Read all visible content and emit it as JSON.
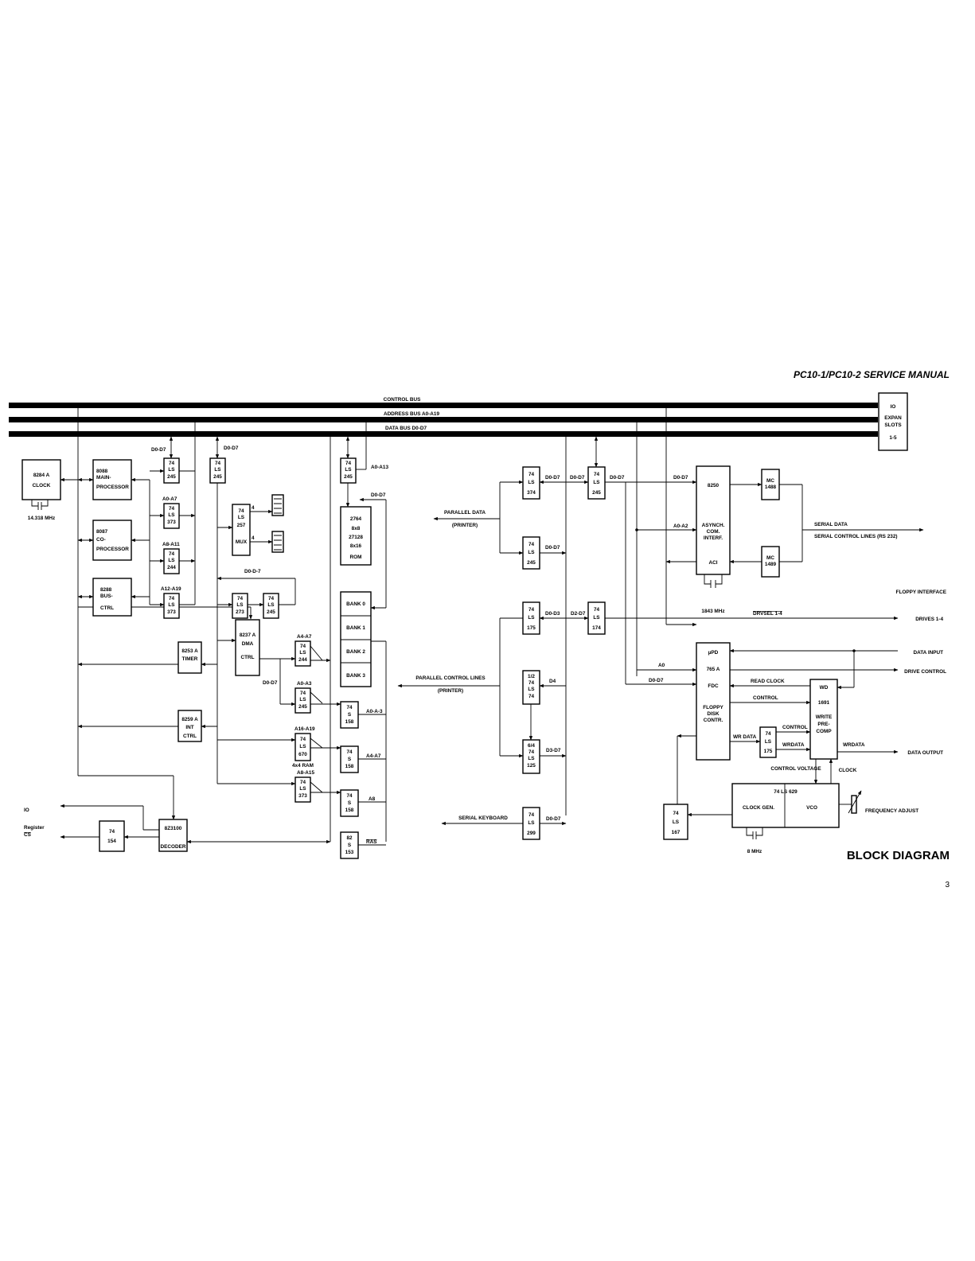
{
  "header": {
    "title": "PC10-1/PC10-2 SERVICE MANUAL"
  },
  "footer": {
    "diagram_title": "BLOCK DIAGRAM",
    "page_number": "3"
  },
  "buses": {
    "control": "CONTROL BUS",
    "address": "ADDRESS BUS A0-A19",
    "data": "DATA BUS D0-D7"
  },
  "blocks": {
    "expan_slots": [
      "IO",
      "EXPAN",
      "SLOTS",
      "1-5"
    ],
    "clock_8284": [
      "8284 A",
      "CLOCK"
    ],
    "cpu_8088": [
      "8088",
      "MAIN-",
      "PROCESSOR"
    ],
    "copro_8087": [
      "8087",
      "CO-",
      "PROCESSOR"
    ],
    "busctrl_8288": [
      "8288",
      "BUS-",
      "CTRL"
    ],
    "buf_ls245_cpu": [
      "74",
      "LS",
      "245"
    ],
    "latch_ls373_a": [
      "74",
      "LS",
      "373"
    ],
    "drv_ls244_a": [
      "74",
      "LS",
      "244"
    ],
    "latch_ls373_b": [
      "74",
      "LS",
      "373"
    ],
    "buf_ls245_d": [
      "74",
      "LS",
      "245"
    ],
    "mux_ls257": [
      "74",
      "LS",
      "257",
      "MUX"
    ],
    "latch_ls273": [
      "74",
      "LS",
      "273"
    ],
    "buf_ls245_e": [
      "74",
      "LS",
      "245"
    ],
    "timer_8253": [
      "8253 A",
      "TIMER"
    ],
    "dma_8237": [
      "8237 A",
      "DMA",
      "CTRL"
    ],
    "int_8259": [
      "8259 A",
      "INT",
      "CTRL"
    ],
    "decoder_8z": [
      "8Z3100",
      "DECODER"
    ],
    "dec_74154": [
      "74",
      "154"
    ],
    "drv_ls244_b": [
      "74",
      "LS",
      "244"
    ],
    "buf_ls245_f": [
      "74",
      "LS",
      "245"
    ],
    "reg_ls670": [
      "74",
      "LS",
      "670"
    ],
    "latch_ls373_c": [
      "74",
      "LS",
      "373"
    ],
    "buf_ls245_rom": [
      "74",
      "LS",
      "245"
    ],
    "rom": [
      "2764",
      "8x8",
      "27128",
      "8x16",
      "ROM"
    ],
    "ram_banks": [
      "BANK 0",
      "BANK 1",
      "BANK 2",
      "BANK 3"
    ],
    "mux_s158_a": [
      "74",
      "S",
      "158"
    ],
    "mux_s158_b": [
      "74",
      "S",
      "158"
    ],
    "mux_s158_c": [
      "74",
      "S",
      "158"
    ],
    "mux_s153": [
      "82",
      "S",
      "153"
    ],
    "latch_ls374": [
      "74",
      "LS",
      "374"
    ],
    "buf_ls245_pp": [
      "74",
      "LS",
      "245"
    ],
    "buf_ls245_io": [
      "74",
      "LS",
      "245"
    ],
    "ff_ls175_a": [
      "74",
      "LS",
      "175"
    ],
    "ff_ls174": [
      "74",
      "LS",
      "174"
    ],
    "ff_ls74": [
      "1/2",
      "74",
      "LS",
      "74"
    ],
    "buf_ls125": [
      "6/4",
      "74",
      "LS",
      "125"
    ],
    "sr_ls299": [
      "74",
      "LS",
      "299"
    ],
    "uart_8250": [
      "8250",
      "ASYNCH.",
      "COM.",
      "INTERF.",
      "ACI"
    ],
    "mc1488": [
      "MC",
      "1488"
    ],
    "mc1489": [
      "MC",
      "1489"
    ],
    "fdc_765": [
      "µPD",
      "765 A",
      "FDC",
      "FLOPPY",
      "DISK",
      "CONTR."
    ],
    "wd1691": [
      "WD",
      "1691",
      "WRITE",
      "PRE-",
      "COMP"
    ],
    "ff_ls175_b": [
      "74",
      "LS",
      "175"
    ],
    "pll_ls629": [
      "74 LS 629",
      "CLOCK GEN.",
      "VCO"
    ],
    "cnt_ls167": [
      "74",
      "LS",
      "167"
    ]
  },
  "signals": {
    "xtal_14": "14.318 MHz",
    "d0d7": "D0-D7",
    "a0a7": "A0-A7",
    "a8a11": "A8-A11",
    "a12a19": "A12-A19",
    "d0d7_dash": "D0-D-7",
    "a0a13": "A0-A13",
    "a4a7": "A4-A7",
    "a0a3": "A0-A3",
    "d0d3": "D0-D3",
    "a16a19": "A16-A19",
    "ram4x4": "4x4 RAM",
    "a8a15": "A8-A15",
    "a0a_3": "A0-A-3",
    "a4_a7": "A4-A7",
    "a8": "A8",
    "ras": "RAS",
    "io": "IO",
    "register": "Register",
    "cs": "CS",
    "mux_n": "4",
    "parallel_data": "PARALLEL DATA",
    "printer": "(PRINTER)",
    "parallel_ctrl": "PARALLEL CONTROL LINES",
    "serial_kbd": "SERIAL KEYBOARD",
    "d2d7": "D2-D7",
    "d4": "D4",
    "d3d7": "D3-D7",
    "a0a2": "A0-A2",
    "a0": "A0",
    "xtal_1843": "1843 MHz",
    "drvsel": "DRVSEL 1-4",
    "serial_data": "SERIAL DATA",
    "serial_ctrl": "SERIAL CONTROL LINES (RS 232)",
    "floppy_if": "FLOPPY INTERFACE",
    "drives": "DRIVES 1-4",
    "data_input": "DATA INPUT",
    "drive_control": "DRIVE CONTROL",
    "read_clock": "READ CLOCK",
    "control": "CONTROL",
    "wr_data": "WR DATA",
    "wrdata": "WRDATA",
    "data_output": "DATA OUTPUT",
    "control_voltage": "CONTROL VOLTAGE",
    "clock": "CLOCK",
    "freq_adjust": "FREQUENCY ADJUST",
    "xtal_8": "8 MHz"
  }
}
